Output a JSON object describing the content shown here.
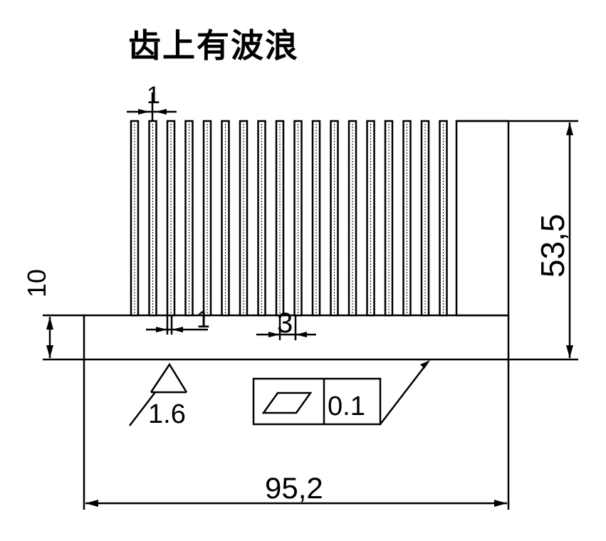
{
  "title": "齿上有波浪",
  "dimensions": {
    "fin_thickness": "1",
    "fin_root_thickness": "1",
    "fin_gap": "3",
    "base_height": "10",
    "total_height": "53,5",
    "total_width": "95,2"
  },
  "surface_roughness": "1.6",
  "tolerance_frame": {
    "symbol": "flatness-icon",
    "value": "0.1"
  },
  "fin_count": 18
}
